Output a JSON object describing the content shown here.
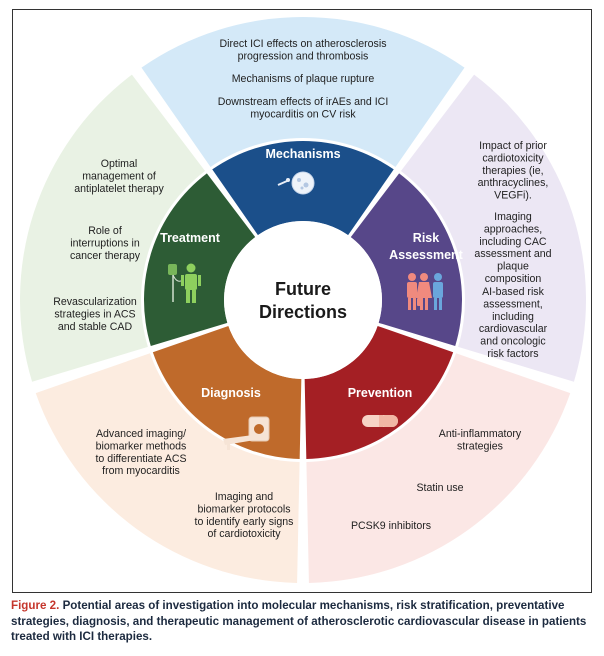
{
  "center": {
    "title_line1": "Future",
    "title_line2": "Directions"
  },
  "segments": {
    "mechanisms": {
      "title": "Mechanisms",
      "color": "#1b4f8a",
      "outer_color": "#d4e9f8",
      "items": [
        [
          "Direct ICI effects on atherosclerosis",
          "progression and thrombosis"
        ],
        [
          "Mechanisms of plaque rupture"
        ],
        [
          "Downstream effects of irAEs and ICI",
          "myocarditis on CV risk"
        ]
      ]
    },
    "risk": {
      "title_line1": "Risk",
      "title_line2": "Assessment",
      "color": "#574789",
      "outer_color": "#ece7f4",
      "items": [
        [
          "Impact of prior",
          "cardiotoxicity",
          "therapies (ie,",
          "anthracyclines,",
          "VEGFi)."
        ],
        [
          "Imaging",
          "approaches,",
          "including CAC",
          "assessment and",
          "plaque",
          "composition"
        ],
        [
          "AI-based risk",
          "assessment,",
          "including",
          "cardiovascular",
          "and oncologic",
          "risk factors"
        ]
      ]
    },
    "prevention": {
      "title": "Prevention",
      "color": "#a41f24",
      "outer_color": "#fbe7e5",
      "items": [
        [
          "Anti-inflammatory",
          "strategies"
        ],
        [
          "Statin use"
        ],
        [
          "PCSK9 inhibitors"
        ]
      ]
    },
    "diagnosis": {
      "title": "Diagnosis",
      "color": "#bf6a2b",
      "outer_color": "#fcece0",
      "items": [
        [
          "Advanced imaging/",
          "biomarker methods",
          "to differentiate ACS",
          "from myocarditis"
        ],
        [
          "Imaging and",
          "biomarker protocols",
          "to identify early signs",
          "of cardiotoxicity"
        ]
      ]
    },
    "treatment": {
      "title": "Treatment",
      "color": "#2d5c35",
      "outer_color": "#e9f2e4",
      "items": [
        [
          "Optimal",
          "management of",
          "antiplatelet therapy"
        ],
        [
          "Role of",
          "interruptions in",
          "cancer therapy"
        ],
        [
          "Revascularization",
          "strategies in ACS",
          "and stable CAD"
        ]
      ]
    }
  },
  "icons": [
    "cell-icon",
    "family-icon",
    "pill-icon",
    "scanner-icon",
    "iv-patient-icon"
  ],
  "caption": {
    "label": "Figure 2.",
    "text": "Potential areas of investigation into molecular mechanisms, risk stratification, preventative strategies, diagnosis, and therapeutic management of atherosclerotic cardiovascular disease in patients treated with ICI therapies."
  }
}
